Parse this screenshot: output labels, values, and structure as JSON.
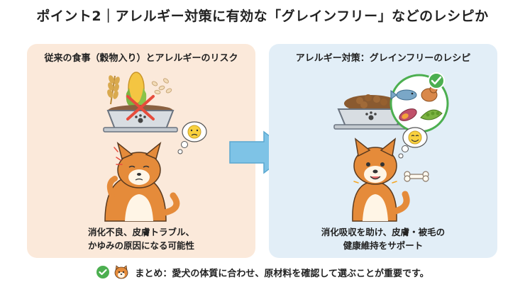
{
  "title": "ポイント2｜アレルギー対策に有効な「グレインフリー」などのレシピか",
  "left_panel": {
    "heading": "従来の食事（穀物入り）とアレルギーのリスク",
    "caption_line1": "消化不良、皮膚トラブル、",
    "caption_line2": "かゆみの原因になる可能性"
  },
  "right_panel": {
    "heading": "アレルギー対策：グレインフリーのレシピ",
    "caption_line1": "消化吸収を助け、皮膚・被毛の",
    "caption_line2": "健康維持をサポート"
  },
  "footer": {
    "text": "まとめ：愛犬の体質に合わせ、原材料を確認して選ぶことが重要です。"
  },
  "icons": [
    "wheat-icon",
    "corn-icon",
    "prohibited-cross-icon",
    "dog-bowl-icon",
    "sad-face-thought-icon",
    "itchy-dog-icon",
    "right-arrow-icon",
    "fish-icon",
    "chicken-icon",
    "sweet-potato-icon",
    "peas-icon",
    "check-badge-icon",
    "happy-face-thought-icon",
    "bone-icon",
    "happy-dog-icon",
    "dog-face-icon"
  ],
  "colors": {
    "left_panel_bg": "#fbe9da",
    "right_panel_bg": "#e2eef7",
    "arrow": "#7ec3e6",
    "check_green": "#4caf50",
    "cross_red": "#e74c3c",
    "dog_orange": "#e58b3a"
  }
}
